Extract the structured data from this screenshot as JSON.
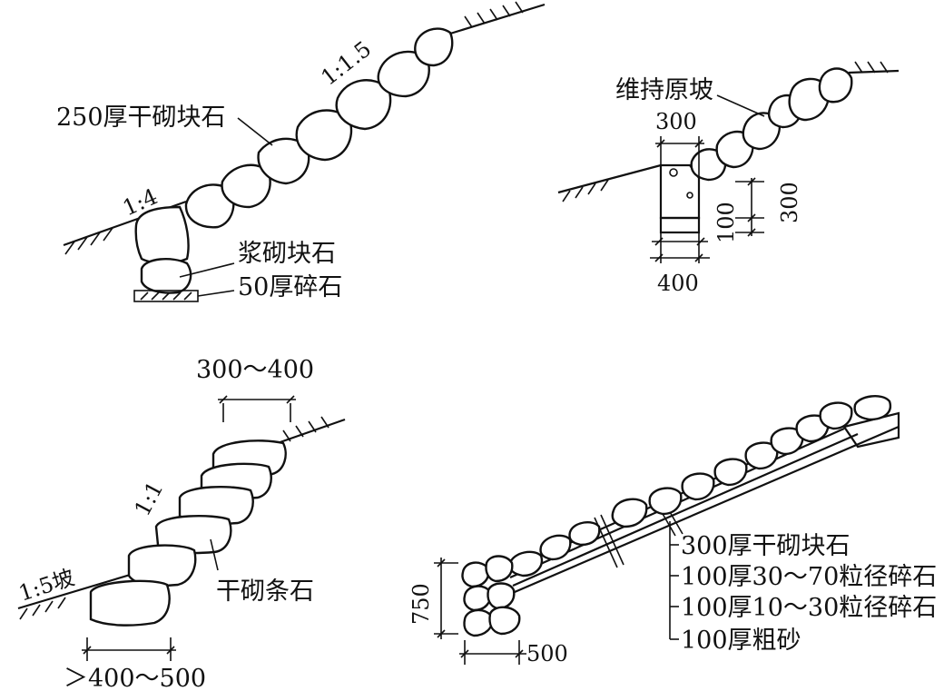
{
  "panels": {
    "top_left": {
      "slope_upper": "1:1.5",
      "slope_lower": "1:4",
      "label_dry_stone": "250厚干砌块石",
      "label_mortar_stone": "浆砌块石",
      "label_gravel": "50厚碎石"
    },
    "top_right": {
      "label_keep_slope": "维持原坡",
      "dim_top": "300",
      "dim_bottom": "400",
      "dim_right": "300",
      "dim_small": "100"
    },
    "bottom_left": {
      "dim_top": "300～400",
      "slope": "1:1",
      "slope_toe": "1:5坡",
      "label_stone": "干砌条石",
      "dim_bottom": "＞400～500"
    },
    "bottom_right": {
      "layers": [
        "300厚干砌块石",
        "100厚30～70粒径碎石",
        "100厚10～30粒径碎石",
        "100厚粗砂"
      ],
      "dim_height": "750",
      "dim_width": "500"
    }
  }
}
